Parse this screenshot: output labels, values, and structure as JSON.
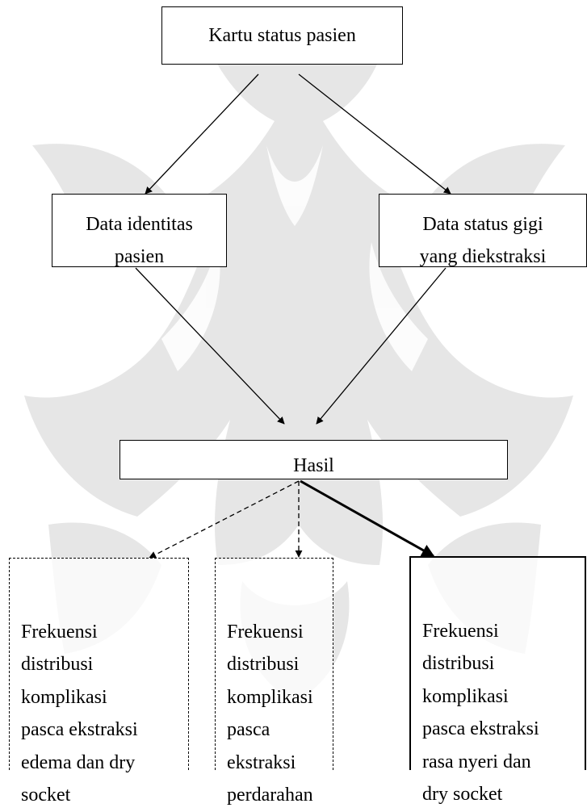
{
  "nodes": {
    "kartu": "Kartu status pasien",
    "identitas": "Data identitas\npasien",
    "status_gigi": "Data status gigi\nyang diekstraksi",
    "hasil": "Hasil"
  },
  "outcomes": {
    "edema": "Frekuensi\ndistribusi\nkomplikasi\npasca ekstraksi\nedema dan dry\nsocket",
    "perdarahan": "Frekuensi\ndistribusi\nkomplikasi\npasca\nekstraksi\nperdarahan",
    "nyeri": "Frekuensi\ndistribusi\nkomplikasi\npasca ekstraksi\nrasa nyeri dan\ndry socket"
  },
  "colors": {
    "line": "#000000",
    "watermark": "#e2e2e2",
    "background": "#ffffff"
  }
}
